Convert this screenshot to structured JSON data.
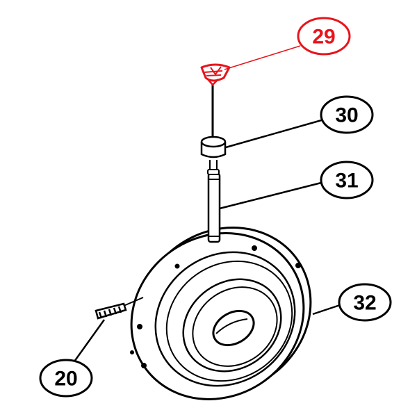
{
  "diagram": {
    "type": "exploded-parts-view",
    "highlight_color": "#e8141c",
    "line_color": "#000000",
    "callouts": {
      "c29": {
        "label": "29",
        "highlighted": true
      },
      "c30": {
        "label": "30",
        "highlighted": false
      },
      "c31": {
        "label": "31",
        "highlighted": false
      },
      "c32": {
        "label": "32",
        "highlighted": false
      },
      "c20": {
        "label": "20",
        "highlighted": false
      }
    },
    "parts": [
      {
        "id": "29",
        "shape": "cap-screw"
      },
      {
        "id": "30",
        "shape": "bushing"
      },
      {
        "id": "31",
        "shape": "shaft-pin"
      },
      {
        "id": "32",
        "shape": "flange-plate"
      },
      {
        "id": "20",
        "shape": "spring"
      }
    ]
  }
}
